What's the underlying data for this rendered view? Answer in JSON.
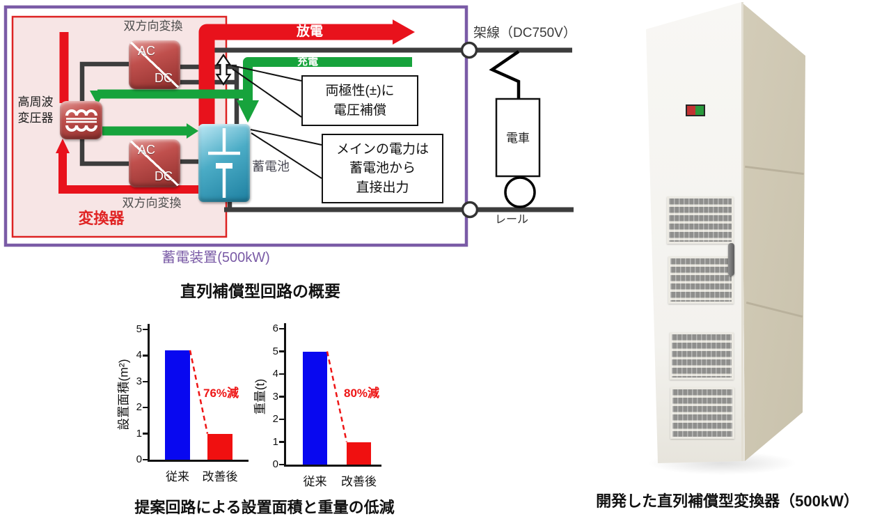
{
  "diagram": {
    "title": "直列補償型回路の概要",
    "labels": {
      "bidirectional_conversion": "双方向変換",
      "hf_transformer": "高周波\n変圧器",
      "converter": "変換器",
      "battery": "蓄電池",
      "discharge": "放電",
      "charge": "充電",
      "overhead_wire": "架線（DC750V）",
      "train": "電車",
      "rail": "レール",
      "storage_device": "蓄電装置(500kW)",
      "ac": "AC",
      "dc": "DC"
    },
    "callouts": {
      "voltage_compensation": "両極性(±)に\n電圧補償",
      "main_power": "メインの電力は\n蓄電池から\n直接出力"
    },
    "colors": {
      "discharge_red": "#e8121c",
      "charge_green": "#17a33c",
      "storage_purple": "#7a5ba6",
      "converter_box_red": "#dd2222",
      "converter_box_fill": "#f7e5e5",
      "block_red": "#c0504d",
      "battery_cyan": "#4bacc6",
      "wire_dark": "#3d3d3d"
    }
  },
  "chart_data": [
    {
      "type": "bar",
      "categories": [
        "従来",
        "改善後"
      ],
      "values": [
        4.2,
        1.0
      ],
      "bar_colors": [
        "#0808f0",
        "#f01010"
      ],
      "ylabel": "設置面積(m²)",
      "ylim": [
        0,
        5
      ],
      "yticks": [
        0,
        1,
        2,
        3,
        4,
        5
      ],
      "annotation": "76%減",
      "grid": false,
      "legend": "none"
    },
    {
      "type": "bar",
      "categories": [
        "従来",
        "改善後"
      ],
      "values": [
        5.0,
        1.0
      ],
      "bar_colors": [
        "#0808f0",
        "#f01010"
      ],
      "ylabel": "重量(t)",
      "ylim": [
        0,
        6
      ],
      "yticks": [
        0,
        1,
        2,
        3,
        4,
        5,
        6
      ],
      "annotation": "80%減",
      "grid": false,
      "legend": "none"
    }
  ],
  "charts_caption": "提案回路による設置面積と重量の低減",
  "photo": {
    "caption": "開発した直列補償型変換器（500kW）",
    "indicator_colors": [
      "#c23333",
      "#2a9a3d"
    ]
  }
}
